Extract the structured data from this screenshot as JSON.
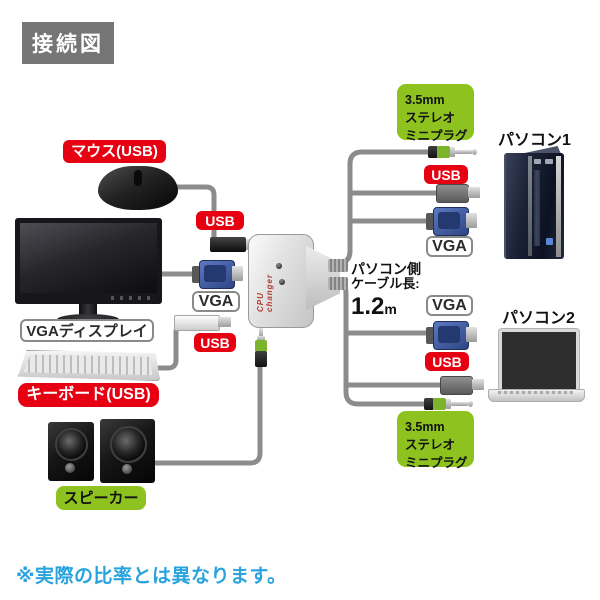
{
  "title": "接続図",
  "footer_note": "※実際の比率とは異なります。",
  "devices": {
    "mouse_label": "マウス(USB)",
    "display_label": "VGAディスプレイ",
    "keyboard_label": "キーボード(USB)",
    "speakers_label": "スピーカー",
    "pc1_label": "パソコン1",
    "pc2_label": "パソコン2",
    "switch_brand": "CPU changer"
  },
  "connector_labels": {
    "usb": "USB",
    "vga": "VGA",
    "audio_line1": "3.5mm",
    "audio_line2": "ステレオ",
    "audio_line3": "ミニプラグ"
  },
  "cable_info": {
    "line1": "パソコン側",
    "line2": "ケーブル長:",
    "value": "1.2",
    "unit": "m"
  },
  "colors": {
    "label_red": "#e60012",
    "label_green": "#8dc21f",
    "title_gray": "#757575",
    "note_blue": "#29a3dd",
    "cable_gray": "#8c8c8c",
    "vga_blue": "#3b5498"
  }
}
